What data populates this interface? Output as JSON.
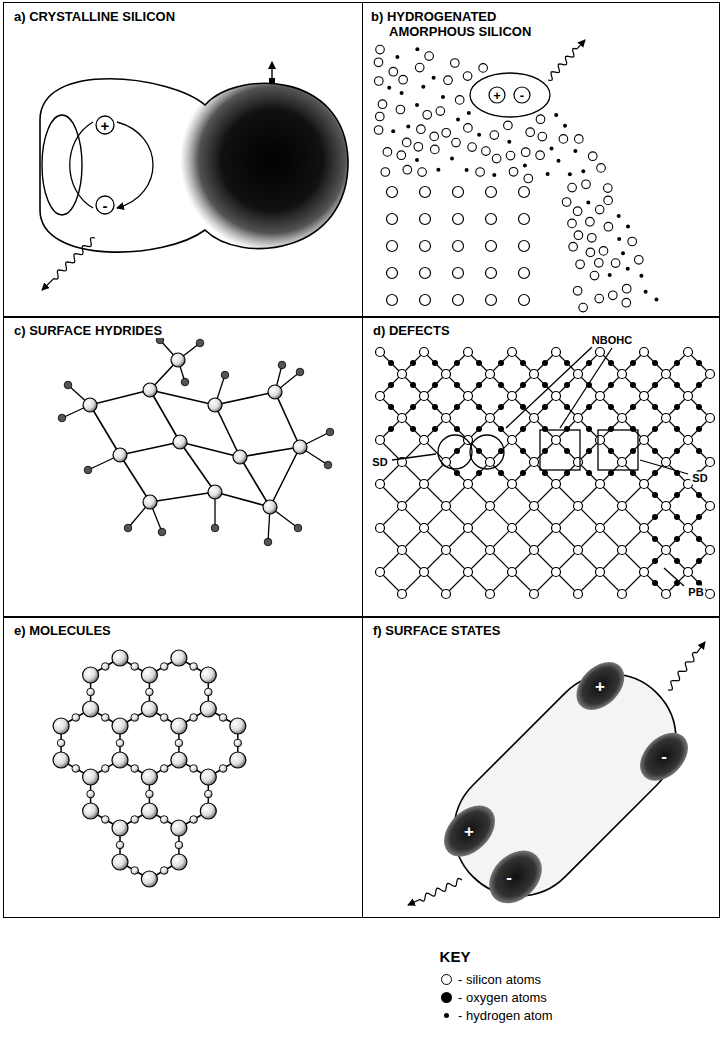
{
  "diagram": {
    "nodes": [
      {
        "text": [
          "a) CRYSTALLINE SILICON"
        ]
      },
      {
        "text": [
          "b) HYDROGENATED AMORPHOUS SILICON"
        ]
      },
      {
        "text": [
          "c) SURFACE HYDRIDES"
        ]
      },
      {
        "text": [
          "d) DEFECTS"
        ]
      },
      {
        "text": [
          "e) MOLECULES"
        ]
      },
      {
        "text": [
          "f) SURFACE STATES"
        ]
      }
    ],
    "labels": [
      "+",
      "-",
      "+",
      "-",
      "NBOHC",
      "SD",
      "SD",
      "PB",
      "+",
      "-",
      "+",
      "-",
      "KEY"
    ],
    "legend": [
      {
        "text": "- silicon atoms"
      },
      {
        "text": "- oxygen atoms"
      },
      {
        "text": "- hydrogen atom"
      }
    ]
  }
}
